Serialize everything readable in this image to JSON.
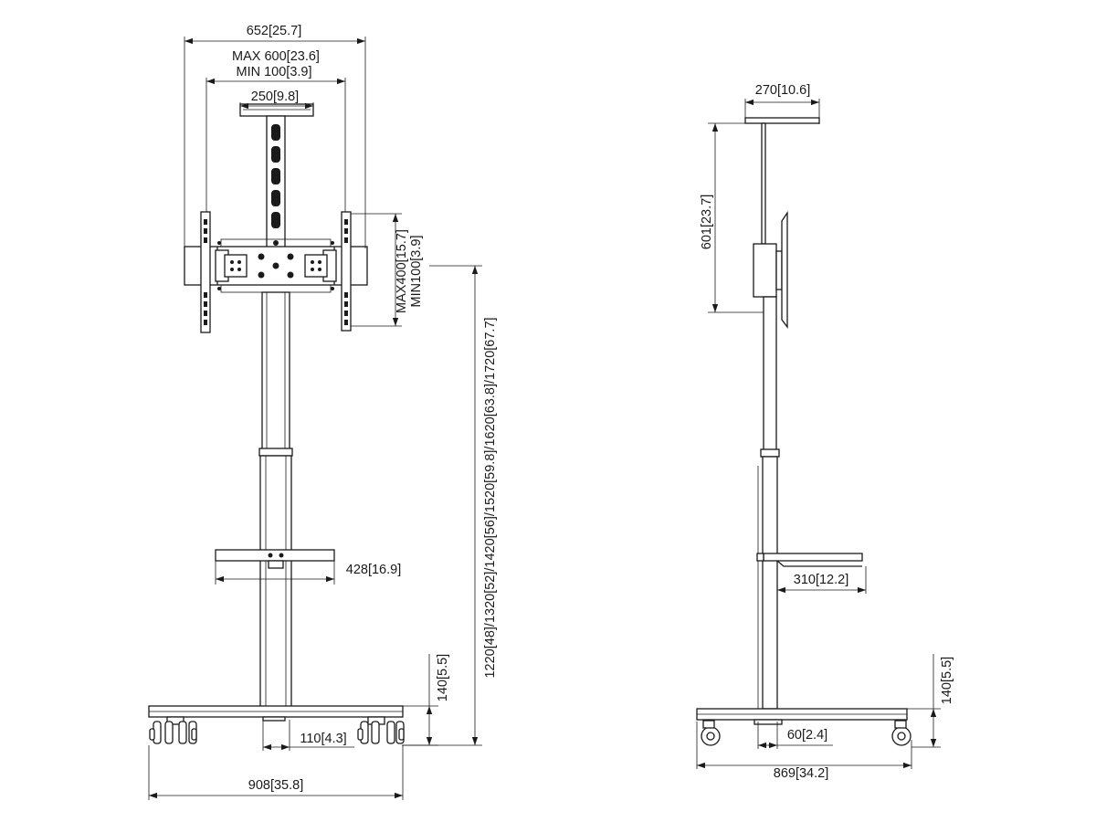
{
  "front_view": {
    "overall_width": "652[25.7]",
    "vesa_max_width": "MAX 600[23.6]",
    "vesa_min_width": "MIN 100[3.9]",
    "top_shelf_width": "250[9.8]",
    "vesa_max_height": "MAX400[15.7]",
    "vesa_min_height": "MIN100[3.9]",
    "height_positions": "1220[48]/1320[52]/1420[56]/1520[59.8]/1620[63.8]/1720[67.7]",
    "middle_shelf_width": "428[16.9]",
    "base_height": "140[5.5]",
    "column_offset": "110[4.3]",
    "base_width": "908[35.8]"
  },
  "side_view": {
    "top_shelf_depth": "270[10.6]",
    "top_shelf_height": "601[23.7]",
    "middle_shelf_depth": "310[12.2]",
    "base_height": "140[5.5]",
    "column_offset": "60[2.4]",
    "base_depth": "869[34.2]"
  }
}
